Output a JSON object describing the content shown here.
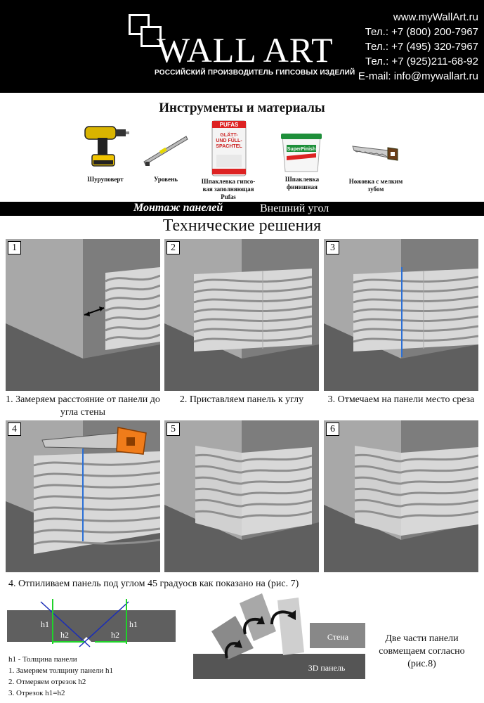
{
  "header": {
    "logo": "WALL ART",
    "tagline": "РОССИЙСКИЙ ПРОИЗВОДИТЕЛЬ ГИПСОВЫХ ИЗДЕЛИЙ",
    "contacts": [
      "www.myWallArt.ru",
      "Тел.: +7 (800) 200-7967",
      "Тел.: +7 (495) 320-7967",
      "Тел.: +7 (925)211-68-92",
      "E-mail: info@mywallart.ru"
    ]
  },
  "tools": {
    "title": "Инструменты и материалы",
    "items": [
      {
        "label": "Шуруповерт",
        "icon": "drill-icon"
      },
      {
        "label": "Уровень",
        "icon": "level-icon"
      },
      {
        "label": "Шпаклевка гипсо-вая заполняющая Pufas",
        "icon": "putty-bag-icon"
      },
      {
        "label": "Шпаклевка финишная",
        "icon": "putty-bucket-icon"
      },
      {
        "label": "Ножовка с мелким зубом",
        "icon": "saw-icon"
      }
    ],
    "bag_text": "PUFAS GLÄTT- UND FÜLL- SPACHTEL",
    "bucket_text": "SuperFinish"
  },
  "section": {
    "mount": "Монтаж панелей",
    "type": "Внешний угол",
    "subtitle": "Технические решения"
  },
  "steps": [
    {
      "num": "1",
      "caption": "1. Замеряем расстояние от панели до угла стены"
    },
    {
      "num": "2",
      "caption": "2. Приставляем панель к углу"
    },
    {
      "num": "3",
      "caption": "3. Отмечаем на панели место среза"
    },
    {
      "num": "4",
      "caption": ""
    },
    {
      "num": "5",
      "caption": ""
    },
    {
      "num": "6",
      "caption": ""
    }
  ],
  "bottom": {
    "caption": "4. Отпиливаем панель под углом 45 градуосв как показано на (рис. 7)",
    "h1": "h1",
    "h2": "h2",
    "notes": [
      "h1 - Толщина панели",
      "1. Замеряем толщину панели h1",
      "2. Отмеряем отрезок h2",
      "3. Отрезок h1=h2"
    ],
    "wall_label": "Стена",
    "panel_label": "3D панель",
    "side_text": "Две части панели совмещаем согласно (рис.8)"
  }
}
